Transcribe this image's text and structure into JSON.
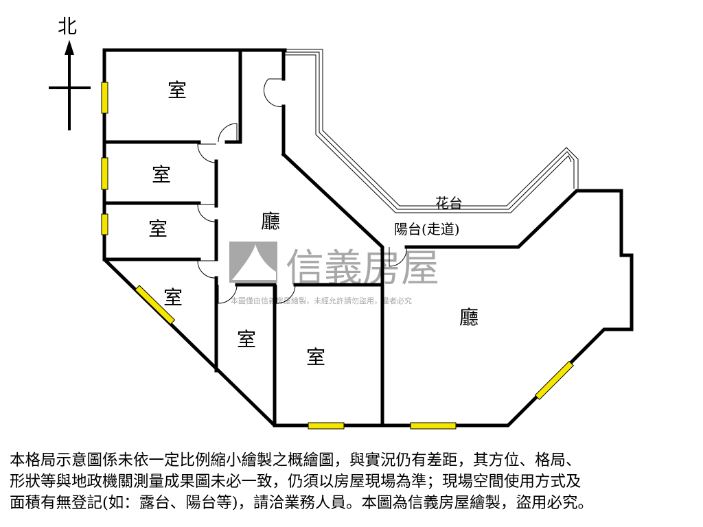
{
  "compass": {
    "north_label": "北"
  },
  "rooms": {
    "room_1": "室",
    "room_2": "室",
    "room_3": "室",
    "room_4": "室",
    "room_5": "室",
    "room_6": "室",
    "living_1": "廳",
    "living_2": "廳",
    "planter": "花台",
    "balcony": "陽台(走道)"
  },
  "watermark": {
    "brand": "信義房屋",
    "notice": "本圖僅由信義房屋繪製，未經允許請勿盜用，違者必究"
  },
  "disclaimer": {
    "lines": [
      "本格局示意圖係未依一定比例縮小繪製之概繪圖，與實況仍有差距，其方位、格局、",
      "形狀等與地政機關測量成果圖未必一致，仍須以房屋現場為準；現場空間使用方式及",
      "面積有無登記(如：露台、陽台等)，請洽業務人員。本圖為信義房屋繪製，盜用必究。"
    ]
  },
  "colors": {
    "wall": "#000000",
    "window": "#f5e600",
    "watermark": "#9a9a9a"
  }
}
